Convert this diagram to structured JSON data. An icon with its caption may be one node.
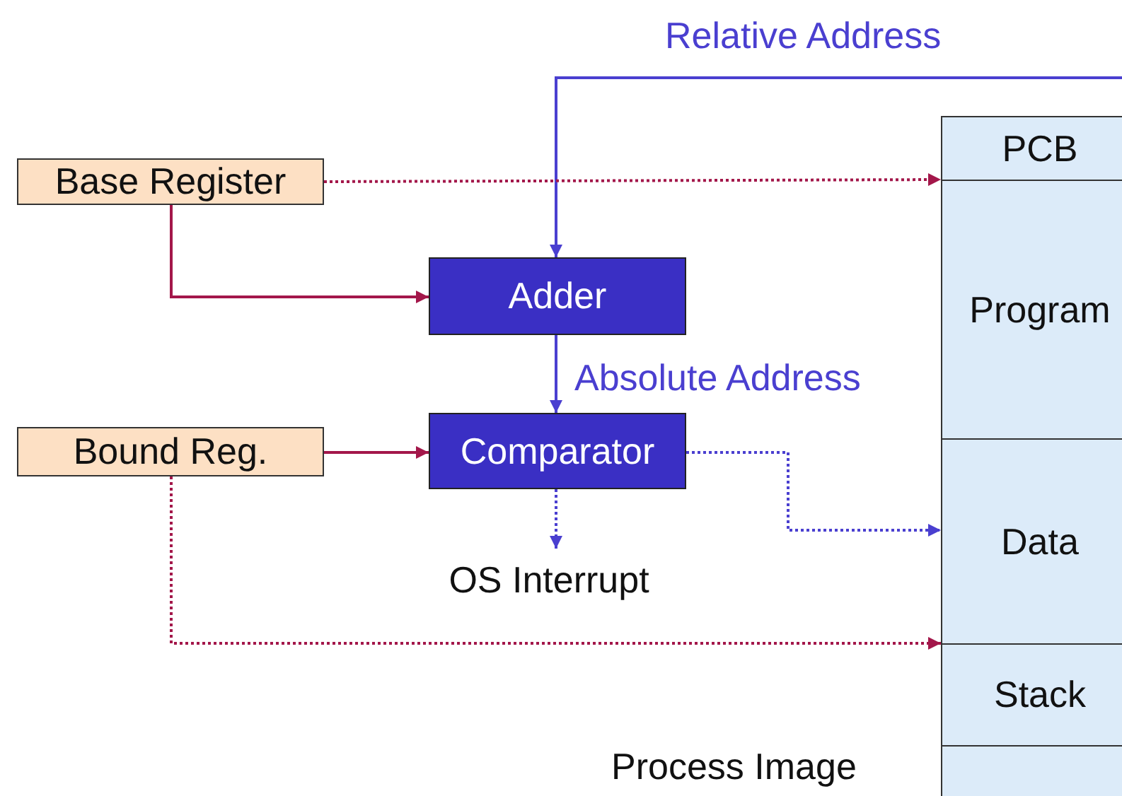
{
  "diagram": {
    "nodes": [
      {
        "text": [
          "Base Register"
        ]
      },
      {
        "text": [
          "Bound Reg."
        ]
      },
      {
        "text": [
          "Adder"
        ]
      },
      {
        "text": [
          "Comparator"
        ]
      },
      {
        "text": [
          "OS Interrupt"
        ]
      },
      {
        "text": [
          "PCB"
        ]
      },
      {
        "text": [
          "Program"
        ]
      },
      {
        "text": [
          "Data"
        ]
      },
      {
        "text": [
          "Stack"
        ]
      },
      {
        "text": [],
        "shape": "box"
      }
    ],
    "edges": [
      {
        "from": null,
        "to": 2,
        "arrow": "to",
        "label": "Relative Address",
        "color": "#4a3fd0"
      },
      {
        "from": 0,
        "to": 5,
        "arrow": "to",
        "style": "dashed",
        "color": "#a3174a"
      },
      {
        "from": 0,
        "to": 2,
        "arrow": "to",
        "color": "#a3174a"
      },
      {
        "from": 2,
        "to": 3,
        "arrow": "to",
        "label": "Absolute Address",
        "color": "#4a3fd0"
      },
      {
        "from": 1,
        "to": 3,
        "arrow": "to",
        "color": "#a3174a"
      },
      {
        "from": 3,
        "to": 7,
        "arrow": "to",
        "style": "dashed",
        "color": "#4a3fd0"
      },
      {
        "from": 3,
        "to": 4,
        "arrow": "to",
        "style": "dashed",
        "color": "#4a3fd0"
      },
      {
        "from": 1,
        "to": 8,
        "arrow": "to",
        "style": "dashed",
        "color": "#a3174a"
      }
    ],
    "labels": [
      "Process Image"
    ]
  }
}
